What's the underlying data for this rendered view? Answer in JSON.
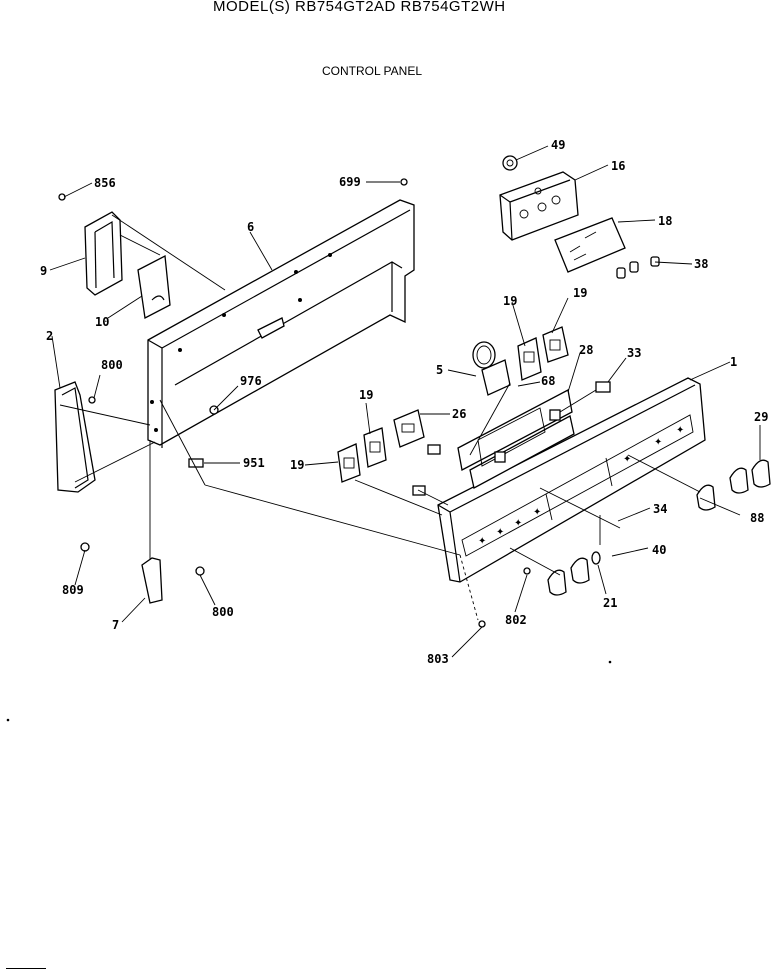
{
  "header": {
    "title": "MODEL(S) RB754GT2AD  RB754GT2WH",
    "section": "CONTROL PANEL"
  },
  "callouts": [
    {
      "id": "c49a",
      "text": "49"
    },
    {
      "id": "c16",
      "text": "16"
    },
    {
      "id": "c18",
      "text": "18"
    },
    {
      "id": "c38",
      "text": "38"
    },
    {
      "id": "c856",
      "text": "856"
    },
    {
      "id": "c699",
      "text": "699"
    },
    {
      "id": "c6",
      "text": "6"
    },
    {
      "id": "c9",
      "text": "9"
    },
    {
      "id": "c10",
      "text": "10"
    },
    {
      "id": "c2",
      "text": "2"
    },
    {
      "id": "c800a",
      "text": "800"
    },
    {
      "id": "c976",
      "text": "976"
    },
    {
      "id": "c951",
      "text": "951"
    },
    {
      "id": "c809",
      "text": "809"
    },
    {
      "id": "c7",
      "text": "7"
    },
    {
      "id": "c800b",
      "text": "800"
    },
    {
      "id": "c19a",
      "text": "19"
    },
    {
      "id": "c19b",
      "text": "19"
    },
    {
      "id": "c28",
      "text": "28"
    },
    {
      "id": "c33",
      "text": "33"
    },
    {
      "id": "c5",
      "text": "5"
    },
    {
      "id": "c68",
      "text": "68"
    },
    {
      "id": "c1",
      "text": "1"
    },
    {
      "id": "c19c",
      "text": "19"
    },
    {
      "id": "c26",
      "text": "26"
    },
    {
      "id": "c19d",
      "text": "19"
    },
    {
      "id": "c29",
      "text": "29"
    },
    {
      "id": "c88",
      "text": "88"
    },
    {
      "id": "c34",
      "text": "34"
    },
    {
      "id": "c40",
      "text": "40"
    },
    {
      "id": "c21",
      "text": "21"
    },
    {
      "id": "c802",
      "text": "802"
    },
    {
      "id": "c803",
      "text": "803"
    }
  ]
}
